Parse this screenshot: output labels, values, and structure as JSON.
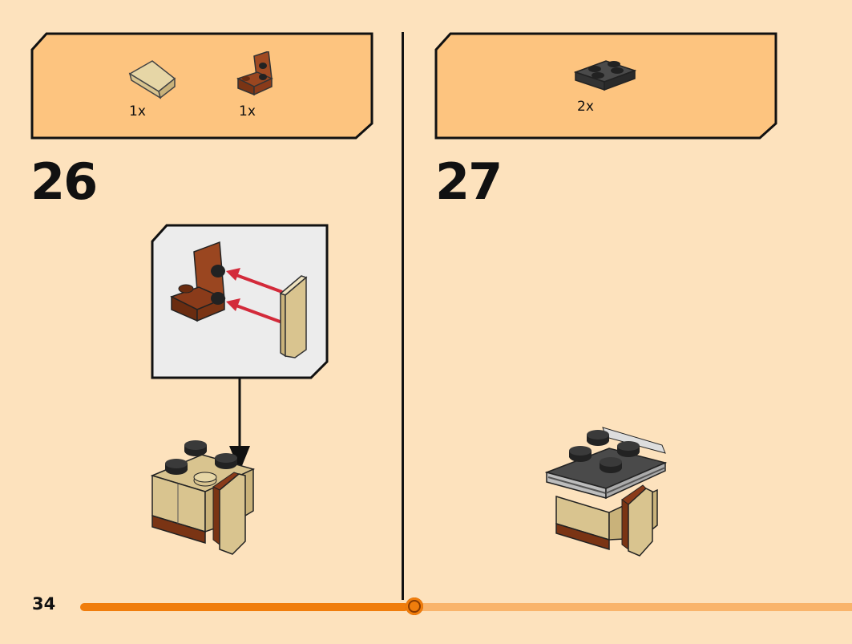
{
  "page": {
    "number": "34"
  },
  "progress": {
    "fraction": 0.48
  },
  "steps": [
    {
      "number": "26",
      "parts": [
        {
          "icon": "tan-slope-brick-icon",
          "qty": "1x"
        },
        {
          "icon": "brown-bracket-icon",
          "qty": "1x"
        }
      ]
    },
    {
      "number": "27",
      "parts": [
        {
          "icon": "dark-gray-plate-icon",
          "qty": "2x"
        }
      ]
    }
  ],
  "colors": {
    "background": "#fde2bd",
    "parts_box": "#fdc47f",
    "progress_done": "#f07d0c",
    "progress_rest": "#f9b46b",
    "tan": "#d9c48f",
    "brown": "#8a3b1a",
    "dark_gray": "#3a3a3a",
    "callout_bg": "#ececec",
    "arrow_red": "#d32a3a"
  }
}
